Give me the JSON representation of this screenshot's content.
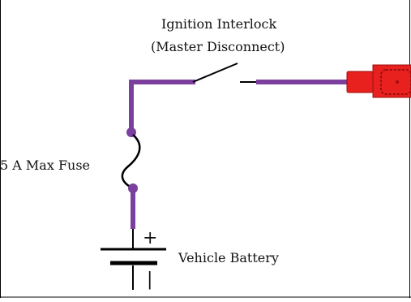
{
  "labels": {
    "switch_line1": "Ignition Interlock",
    "switch_line2": "(Master Disconnect)",
    "fuse": "5 A Max Fuse",
    "battery": "Vehicle Battery",
    "plus": "+",
    "minus": "|"
  },
  "colors": {
    "wire": "#7b3f9e",
    "conductor": "#000000",
    "connector": "#e8201e",
    "connector_dark": "#9c0f0f",
    "border": "#000000",
    "background": "#ffffff"
  }
}
